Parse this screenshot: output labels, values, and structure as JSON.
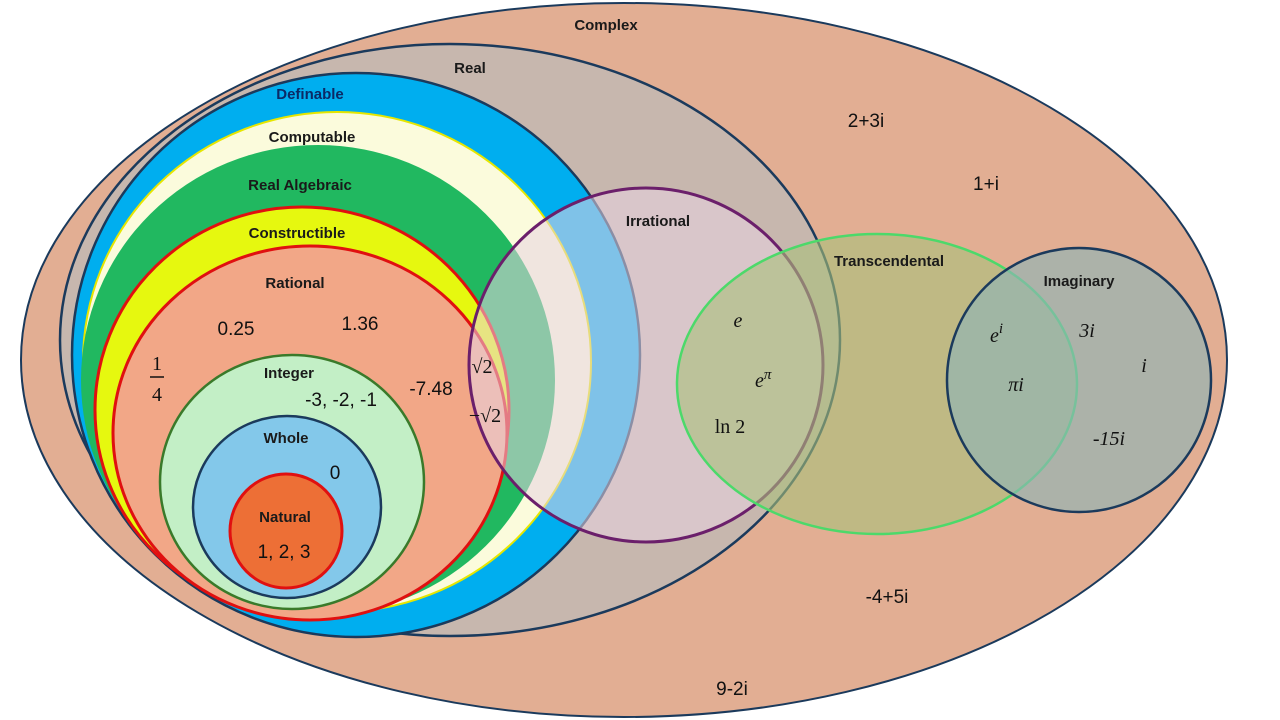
{
  "sets": {
    "complex": "Complex",
    "real": "Real",
    "definable": "Definable",
    "computable": "Computable",
    "real_algebraic": "Real Algebraic",
    "constructible": "Constructible",
    "rational": "Rational",
    "integer": "Integer",
    "whole": "Whole",
    "natural": "Natural",
    "irrational": "Irrational",
    "transcendental": "Transcendental",
    "imaginary": "Imaginary"
  },
  "examples": {
    "natural": "1, 2, 3",
    "whole": "0",
    "integer": "-3, -2, -1",
    "rational_a": "0.25",
    "rational_b": "1.36",
    "rational_c": "-7.48",
    "rational_frac_num": "1",
    "rational_frac_den": "4",
    "sqrt2_pos": "√2",
    "sqrt2_neg": "−√2",
    "e": "e",
    "e_pi_base": "e",
    "e_pi_exp": "π",
    "ln2": "ln 2",
    "e_i_base": "e",
    "e_i_exp": "i",
    "pi_i": "πi",
    "three_i": "3i",
    "i": "i",
    "neg15i": "-15i",
    "c1": "2+3i",
    "c2": "1+i",
    "c3": "-4+5i",
    "c4": "9-2i"
  },
  "colors": {
    "complex_fill": "#e2ae93",
    "real_fill": "#c7b7ae",
    "definable_fill": "#00aeef",
    "computable_fill": "#fbfbdc",
    "algebraic_fill": "#21b860",
    "constructible_fill": "#e6f80f",
    "rational_fill": "#f2a787",
    "integer_fill": "#c3efc6",
    "whole_fill": "#83c8ea",
    "natural_fill": "#ed6f36",
    "irrational_stroke": "#6b1f6b",
    "transcendental_fill": "#b5c785",
    "imaginary_fill": "#93b8b8"
  }
}
